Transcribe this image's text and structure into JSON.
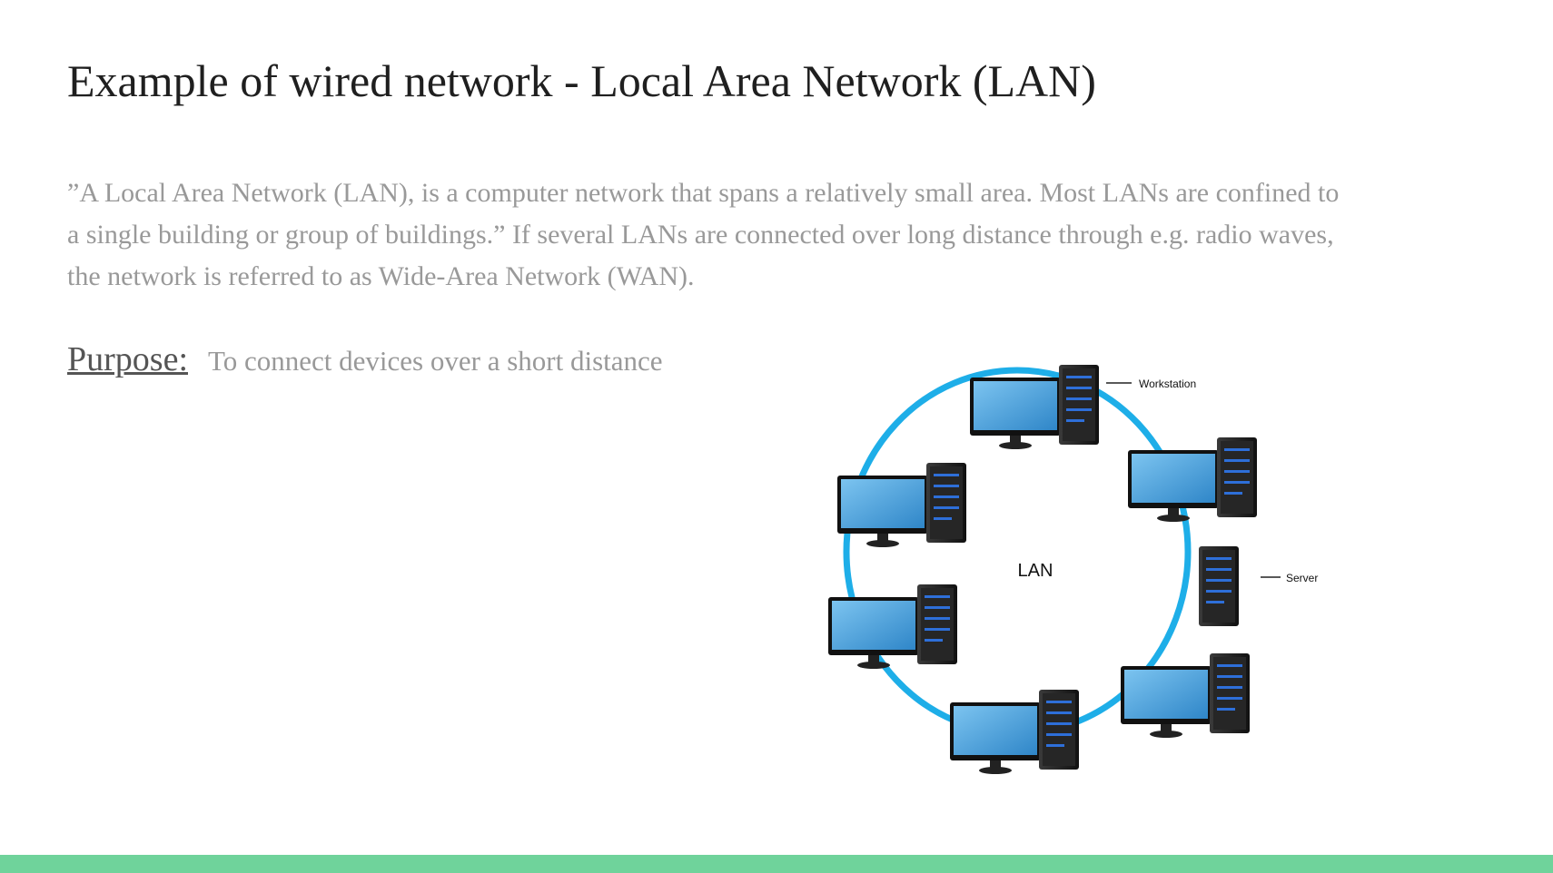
{
  "slide": {
    "title": "Example of wired network - Local Area Network (LAN)",
    "quote_lines": [
      "”A Local Area Network (LAN), is a computer network that spans a relatively small area. Most LANs are confined to",
      "a single building or group of buildings.” If several LANs are connected over long distance through e.g. radio waves,",
      "the network is referred to as  Wide-Area Network (WAN)."
    ],
    "purpose_label": "Purpose:",
    "purpose_text": "To connect devices over a short distance"
  },
  "diagram": {
    "center_label": "LAN",
    "workstation_label": "Workstation",
    "server_label": "Server",
    "ring_color": "#1eaee8",
    "screen_color": "#4aa3de",
    "case_color": "#1c1c1c",
    "light_color": "#2e6fd9"
  },
  "colors": {
    "accent_bar": "#6fd39b"
  }
}
